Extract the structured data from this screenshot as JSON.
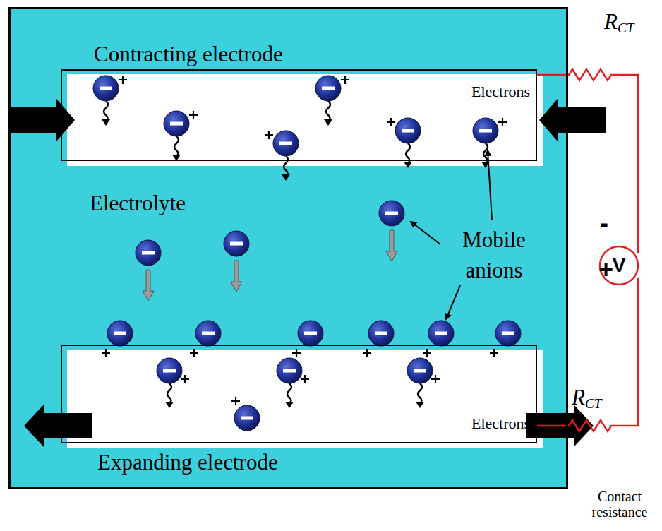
{
  "diagram": {
    "nodes": [
      {
        "text": [
          "Electrolyte"
        ]
      },
      {
        "text": [
          "Contracting electrode",
          "Electrons"
        ],
        "in": 0
      },
      {
        "text": [
          "Expanding electrode",
          "Electrons"
        ],
        "in": 0
      },
      {
        "text": [
          "V"
        ]
      }
    ],
    "edges": [
      {
        "from": 1,
        "to": 3,
        "arrow": "none"
      },
      {
        "from": 2,
        "to": 3,
        "arrow": "none"
      }
    ],
    "labels": [
      "RCT",
      "RCT",
      "-",
      "+",
      "Mobile anions",
      "Contact resistance"
    ]
  }
}
